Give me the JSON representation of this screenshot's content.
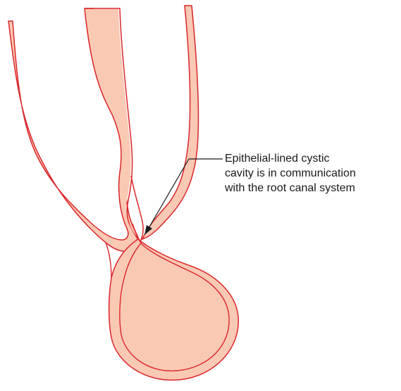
{
  "annotation": {
    "lines": [
      "Epithelial-lined cystic",
      "cavity is in communication",
      "with the root canal system"
    ]
  },
  "colors": {
    "tissue_fill": "#f9c9b4",
    "outline": "#d9262b",
    "pointer": "#1a1a1a",
    "background": "#ffffff"
  }
}
